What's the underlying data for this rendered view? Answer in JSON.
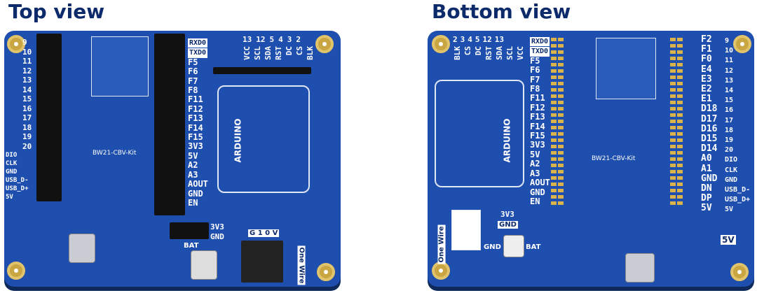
{
  "titles": {
    "top": "Top view",
    "bottom": "Bottom view"
  },
  "top_board": {
    "left_pins": [
      "9",
      "10",
      "11",
      "12",
      "13",
      "14",
      "15",
      "16",
      "17",
      "18",
      "19",
      "20",
      "DIO",
      "CLK",
      "GND",
      "USB_D-",
      "USB_D+",
      "5V"
    ],
    "right_pins": [
      "RXD0",
      "TXD0",
      "F5",
      "F6",
      "F7",
      "F8",
      "F11",
      "F12",
      "F13",
      "F14",
      "F15",
      "3V3",
      "5V",
      "A2",
      "A3",
      "AOUT",
      "GND",
      "EN"
    ],
    "display_pins": [
      "13",
      "12",
      "5",
      "4",
      "3",
      "2"
    ],
    "display_labels": [
      "VCC",
      "SCL",
      "SDA",
      "RST",
      "DC",
      "CS",
      "BLK"
    ],
    "module_label": "ARDUINO",
    "board_name": "BW21-CBV-Kit",
    "power_labels": [
      "3V3",
      "GND",
      "BAT"
    ],
    "onewire_label": "One Wire",
    "onewire_pins": "G 1 0 V"
  },
  "bottom_board": {
    "left_pins": [
      "RXD0",
      "TXD0",
      "F5",
      "F6",
      "F7",
      "F8",
      "F11",
      "F12",
      "F13",
      "F14",
      "F15",
      "3V3",
      "5V",
      "A2",
      "A3",
      "AOUT",
      "GND",
      "EN"
    ],
    "right_pins": [
      "F2",
      "F1",
      "F0",
      "E4",
      "E3",
      "E2",
      "E1",
      "D18",
      "D17",
      "D16",
      "D15",
      "D14",
      "A0",
      "A1",
      "GND",
      "DN",
      "DP",
      "5V"
    ],
    "right_numbers": [
      "9",
      "10",
      "11",
      "12",
      "13",
      "14",
      "15",
      "16",
      "17",
      "18",
      "19",
      "20",
      "DIO",
      "CLK",
      "GND",
      "USB_D-",
      "USB_D+",
      "5V"
    ],
    "display_pins": [
      "2",
      "3",
      "4",
      "5",
      "12",
      "13"
    ],
    "display_labels": [
      "BLK",
      "CS",
      "DC",
      "RST",
      "SDA",
      "SCL",
      "VCC"
    ],
    "module_label": "ARDUINO",
    "board_name": "BW21-CBV-Kit",
    "power_labels": [
      "3V3",
      "GND",
      "GND",
      "BAT",
      "5V"
    ],
    "onewire_label": "One Wire"
  }
}
